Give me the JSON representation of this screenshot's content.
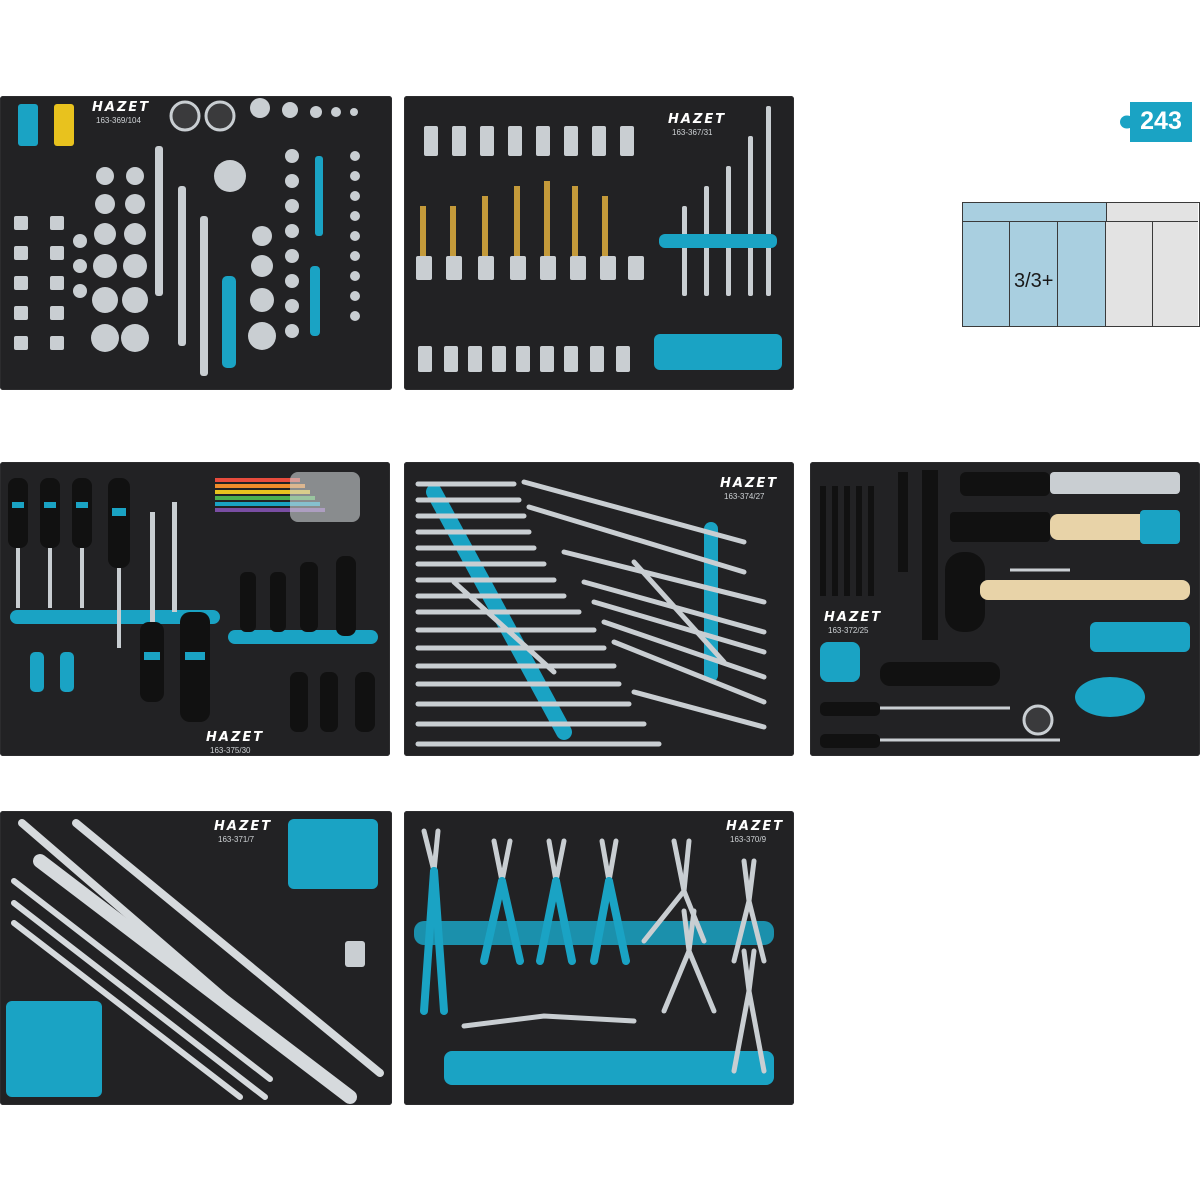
{
  "set_count": "243",
  "drawer_indicator": {
    "label": "3/3+",
    "filled_cells": 3,
    "total_cells": 5
  },
  "colors": {
    "accent": "#1aa3c4",
    "tray": "#222224",
    "steel": "#c9ced2",
    "cell_filled": "#a9cfe0",
    "cell_empty": "#e3e3e3"
  },
  "trays": [
    {
      "brand": "HAZET",
      "code": "163-369/104"
    },
    {
      "brand": "HAZET",
      "code": "163-367/31"
    },
    {
      "brand": "HAZET",
      "code": "163-375/30"
    },
    {
      "brand": "HAZET",
      "code": "163-374/27"
    },
    {
      "brand": "HAZET",
      "code": "163-372/25"
    },
    {
      "brand": "HAZET",
      "code": "163-371/7"
    },
    {
      "brand": "HAZET",
      "code": "163-370/9"
    }
  ]
}
